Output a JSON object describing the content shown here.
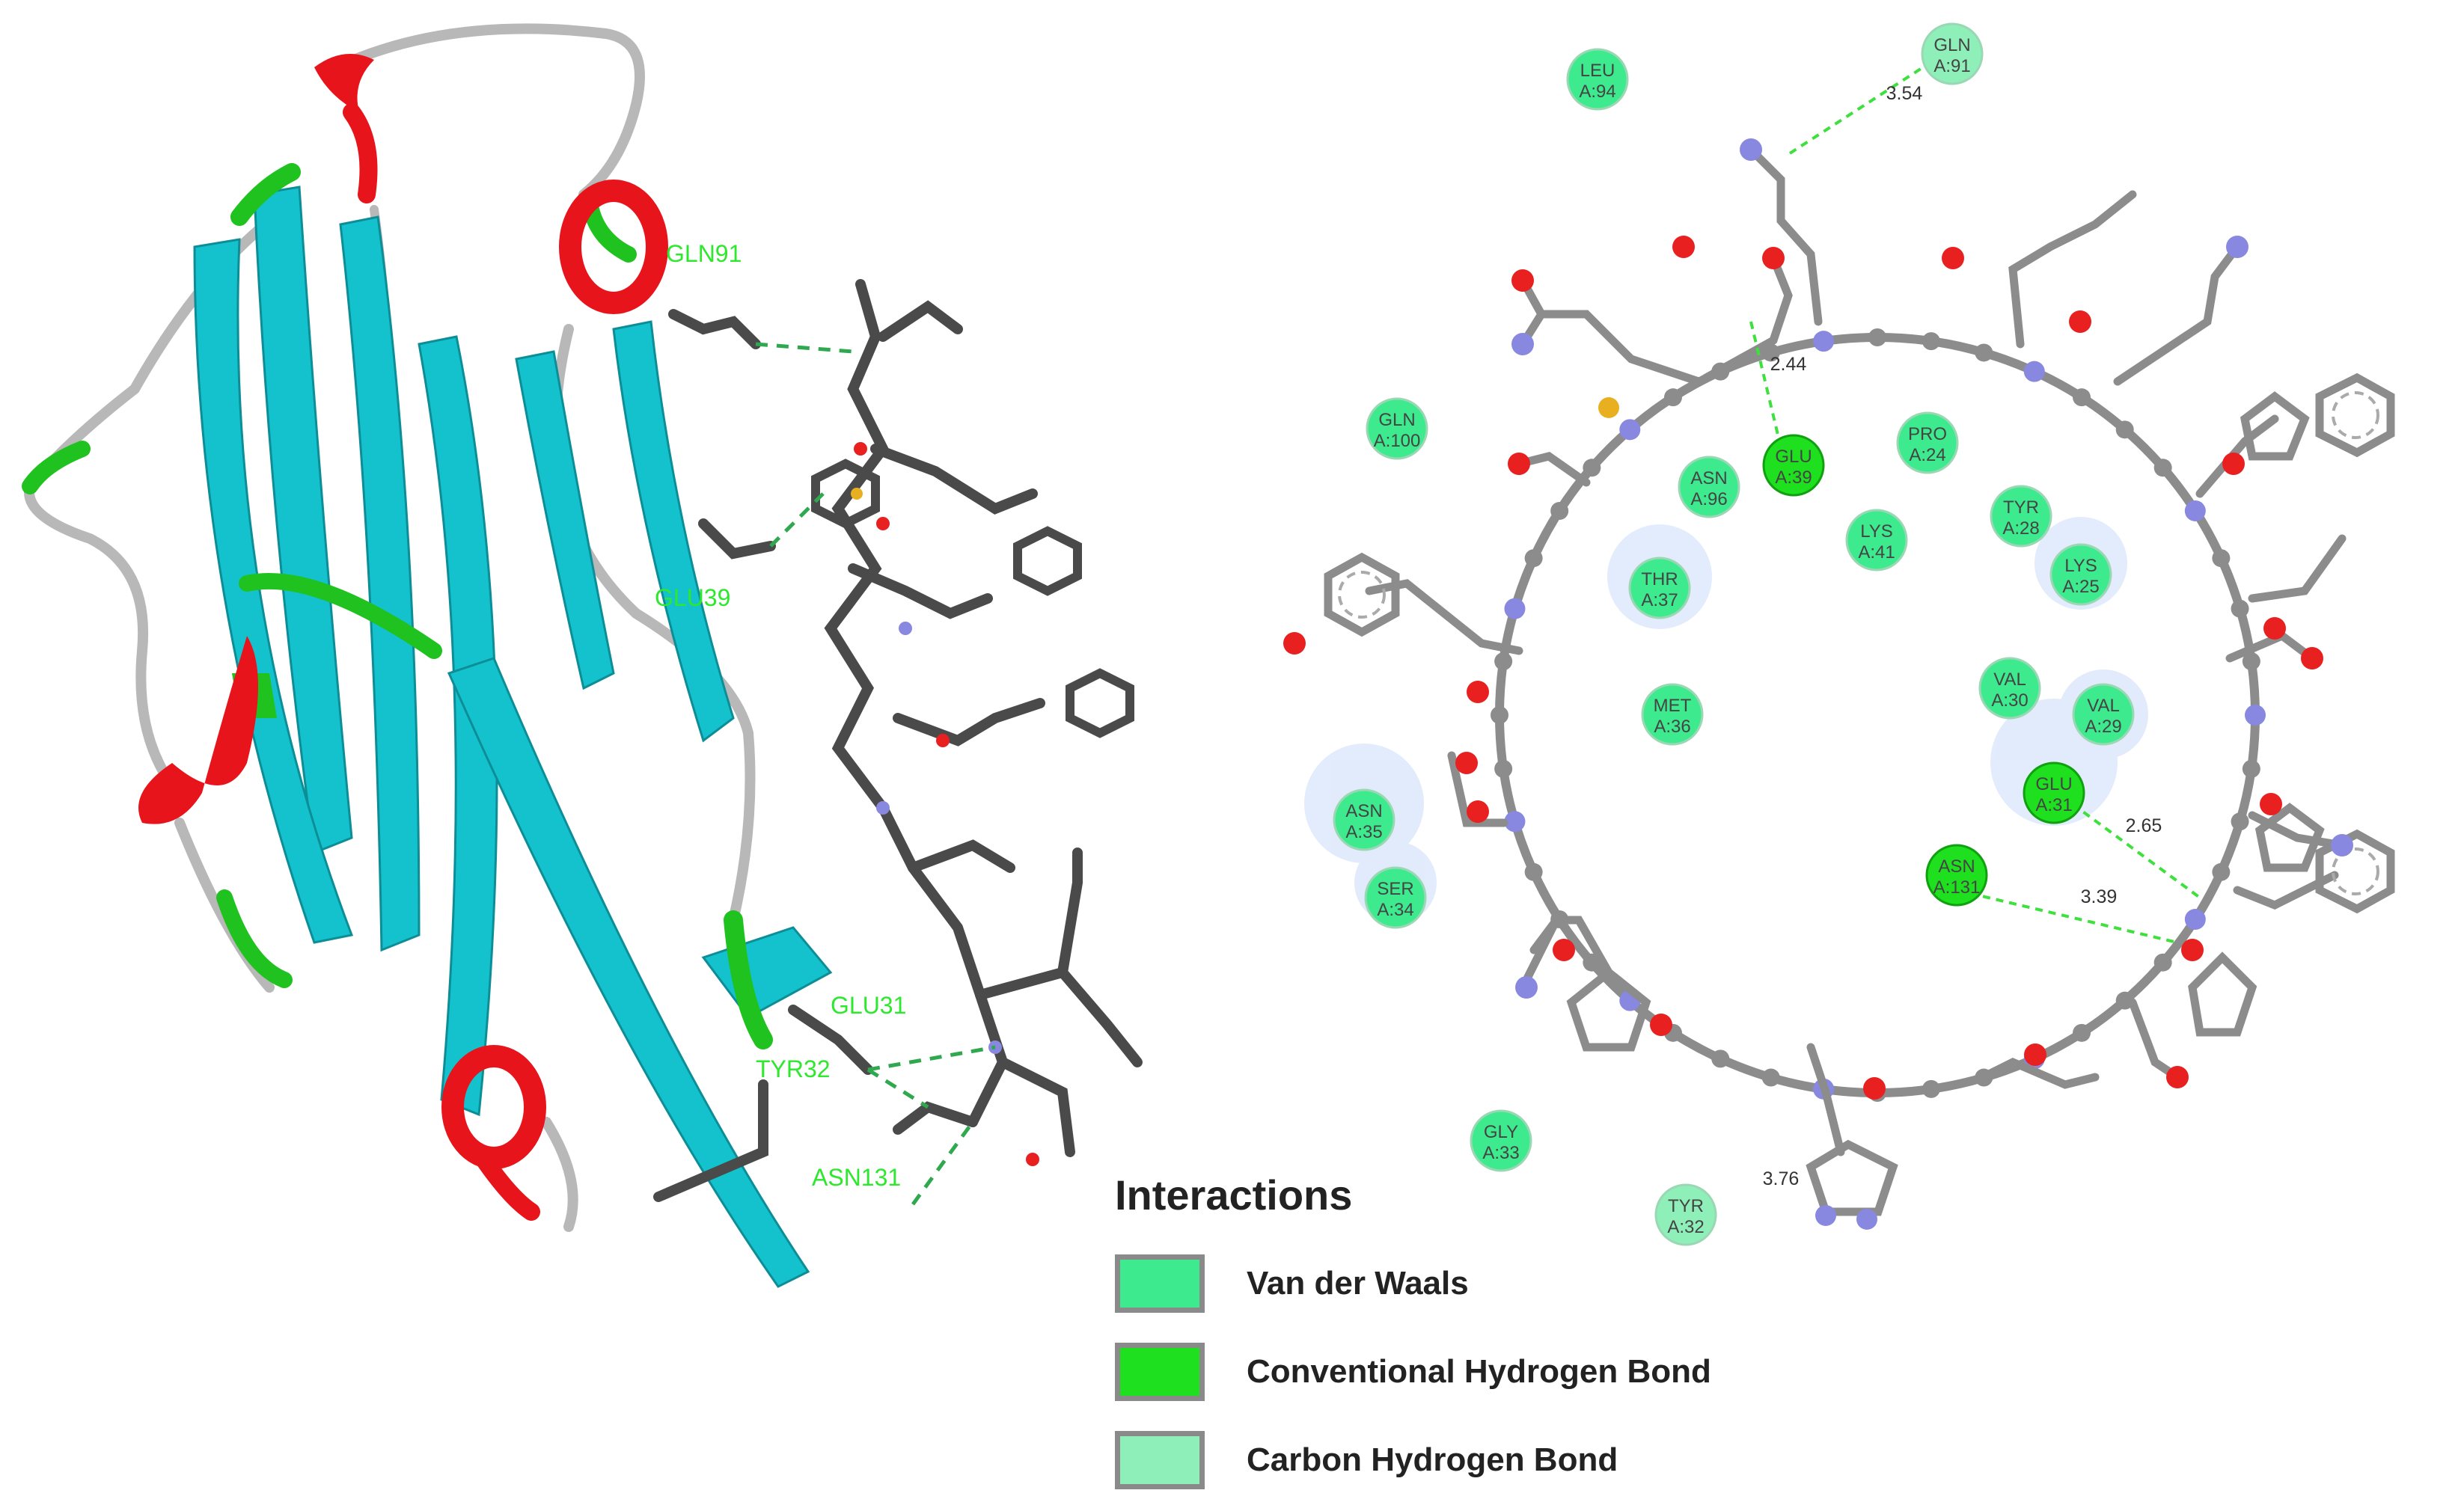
{
  "colors": {
    "helix": "#e8141c",
    "strand": "#14c2ce",
    "turn": "#1fc21f",
    "coil": "#b8b8b8",
    "stick": "#4a4a4a",
    "atom_c": "#8c8c8c",
    "atom_n": "#8888e0",
    "atom_o": "#e82020",
    "atom_s": "#e8b020",
    "vdw": "#3dea8e",
    "conv_hbond": "#1ee01e",
    "carbon_hbond": "#8ef0b8"
  },
  "labels_3d": [
    "GLN91",
    "GLU39",
    "GLU31",
    "TYR32",
    "ASN131"
  ],
  "residues": [
    {
      "name": "LEU",
      "id": "A:94",
      "type": "vdw"
    },
    {
      "name": "GLN",
      "id": "A:91",
      "type": "carbon_hbond"
    },
    {
      "name": "GLN",
      "id": "A:100",
      "type": "vdw"
    },
    {
      "name": "ASN",
      "id": "A:96",
      "type": "vdw"
    },
    {
      "name": "GLU",
      "id": "A:39",
      "type": "conv_hbond"
    },
    {
      "name": "PRO",
      "id": "A:24",
      "type": "vdw"
    },
    {
      "name": "TYR",
      "id": "A:28",
      "type": "vdw"
    },
    {
      "name": "LYS",
      "id": "A:41",
      "type": "vdw"
    },
    {
      "name": "THR",
      "id": "A:37",
      "type": "vdw"
    },
    {
      "name": "LYS",
      "id": "A:25",
      "type": "vdw"
    },
    {
      "name": "MET",
      "id": "A:36",
      "type": "vdw"
    },
    {
      "name": "VAL",
      "id": "A:30",
      "type": "vdw"
    },
    {
      "name": "VAL",
      "id": "A:29",
      "type": "vdw"
    },
    {
      "name": "GLU",
      "id": "A:31",
      "type": "conv_hbond"
    },
    {
      "name": "ASN",
      "id": "A:35",
      "type": "vdw"
    },
    {
      "name": "SER",
      "id": "A:34",
      "type": "vdw"
    },
    {
      "name": "ASN",
      "id": "A:131",
      "type": "conv_hbond"
    },
    {
      "name": "GLY",
      "id": "A:33",
      "type": "vdw"
    },
    {
      "name": "TYR",
      "id": "A:32",
      "type": "carbon_hbond"
    }
  ],
  "distances": [
    "3.54",
    "2.44",
    "2.65",
    "3.39",
    "3.76"
  ],
  "legend": {
    "title": "Interactions",
    "items": [
      {
        "label": "Van der Waals",
        "type": "vdw"
      },
      {
        "label": "Conventional Hydrogen Bond",
        "type": "conv_hbond"
      },
      {
        "label": "Carbon Hydrogen Bond",
        "type": "carbon_hbond"
      }
    ]
  }
}
